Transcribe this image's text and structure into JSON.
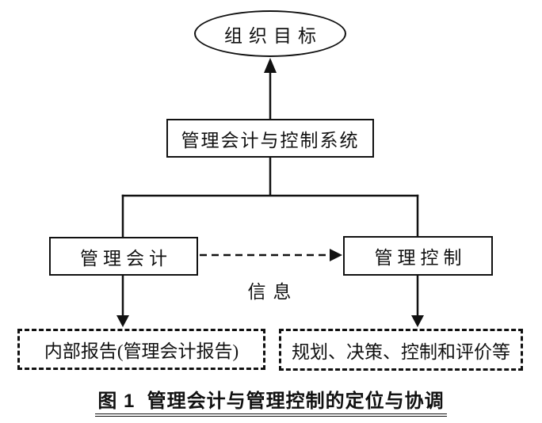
{
  "diagram": {
    "caption": "图 1  管理会计与管理控制的定位与协调",
    "nodes": {
      "goal": {
        "label": "组织目标",
        "shape": "ellipse"
      },
      "system": {
        "label": "管理会计与控制系统",
        "shape": "rect"
      },
      "accounting": {
        "label": "管理会计",
        "shape": "rect"
      },
      "control": {
        "label": "管理控制",
        "shape": "rect"
      },
      "internal_report": {
        "label": "内部报告(管理会计报告)",
        "shape": "dashed-rect"
      },
      "activities": {
        "label": "规划、决策、控制和评价等",
        "shape": "dashed-rect"
      }
    },
    "edges": [
      {
        "from": "system",
        "to": "goal",
        "style": "solid-arrow-up"
      },
      {
        "from": "system",
        "to": "accounting",
        "style": "solid-line"
      },
      {
        "from": "system",
        "to": "control",
        "style": "solid-line"
      },
      {
        "from": "accounting",
        "to": "control",
        "style": "dashed-arrow-right",
        "label": "信息"
      },
      {
        "from": "accounting",
        "to": "internal_report",
        "style": "solid-arrow-down"
      },
      {
        "from": "control",
        "to": "activities",
        "style": "solid-arrow-down"
      }
    ],
    "info_label": "信息",
    "colors": {
      "line": "#111111",
      "background": "#ffffff",
      "text": "#111111"
    }
  }
}
